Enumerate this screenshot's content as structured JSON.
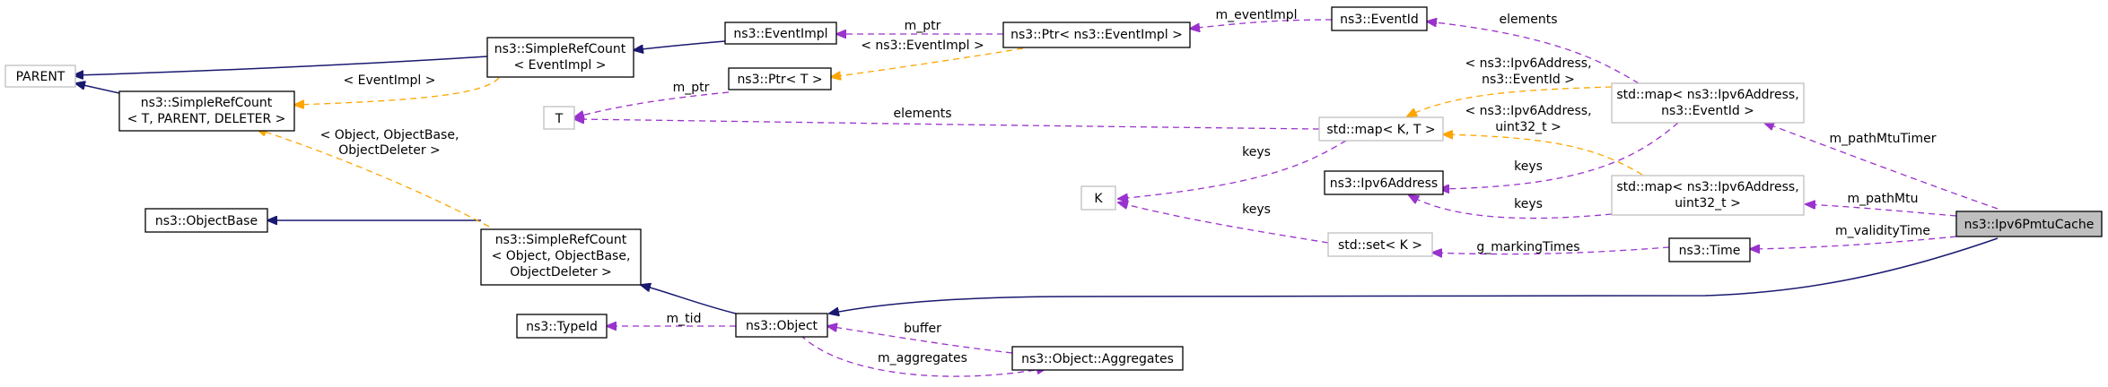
{
  "nodes": {
    "parent": "PARENT",
    "simple_ref_count_generic": [
      "ns3::SimpleRefCount",
      "< T, PARENT, DELETER >"
    ],
    "simple_ref_count_event_impl": [
      "ns3::SimpleRefCount",
      "< EventImpl >"
    ],
    "event_impl": "ns3::EventImpl",
    "ptr_event_impl": "ns3::Ptr< ns3::EventImpl >",
    "event_id": "ns3::EventId",
    "ptr_t": "ns3::Ptr< T >",
    "t_param": "T",
    "map_generic": "std::map< K, T >",
    "map_ipv6_eventid": [
      "std::map< ns3::Ipv6Address,",
      "ns3::EventId >"
    ],
    "map_ipv6_uint32": [
      "std::map< ns3::Ipv6Address,",
      "uint32_t >"
    ],
    "k_param": "K",
    "ipv6_address": "ns3::Ipv6Address",
    "set_k": "std::set< K >",
    "time": "ns3::Time",
    "ipv6_pmtu_cache": "ns3::Ipv6PmtuCache",
    "object_base": "ns3::ObjectBase",
    "simple_ref_count_object": [
      "ns3::SimpleRefCount",
      "< Object, ObjectBase,",
      "ObjectDeleter >"
    ],
    "object": "ns3::Object",
    "type_id": "ns3::TypeId",
    "object_aggregates": "ns3::Object::Aggregates"
  },
  "edge_labels": {
    "m_ptr_1": "m_ptr",
    "event_impl_tmpl": "< ns3::EventImpl >",
    "m_event_impl": "m_eventImpl",
    "elements_1": "elements",
    "event_impl_tmpl_2": "< EventImpl >",
    "m_ptr_2": "m_ptr",
    "ipv6_eventid_tmpl": [
      "< ns3::Ipv6Address,",
      "ns3::EventId >"
    ],
    "elements_2": "elements",
    "ipv6_uint32_tmpl": [
      "< ns3::Ipv6Address,",
      "uint32_t >"
    ],
    "keys_1": "keys",
    "keys_2": "keys",
    "keys_3": "keys",
    "keys_4": "keys",
    "m_path_mtu_timer": "m_pathMtuTimer",
    "m_path_mtu": "m_pathMtu",
    "m_validity_time": "m_validityTime",
    "g_marking_times": "g_markingTimes",
    "object_tmpl": [
      "< Object, ObjectBase,",
      "ObjectDeleter >"
    ],
    "m_tid": "m_tid",
    "buffer": "buffer",
    "m_aggregates": "m_aggregates"
  },
  "colors": {
    "inheritance": "#191970",
    "member": "#9a32cd",
    "template": "#ffa500",
    "documented_border": "#000000",
    "undocumented_border": "#bfbfbf",
    "focus_fill": "#bfbfbf"
  }
}
